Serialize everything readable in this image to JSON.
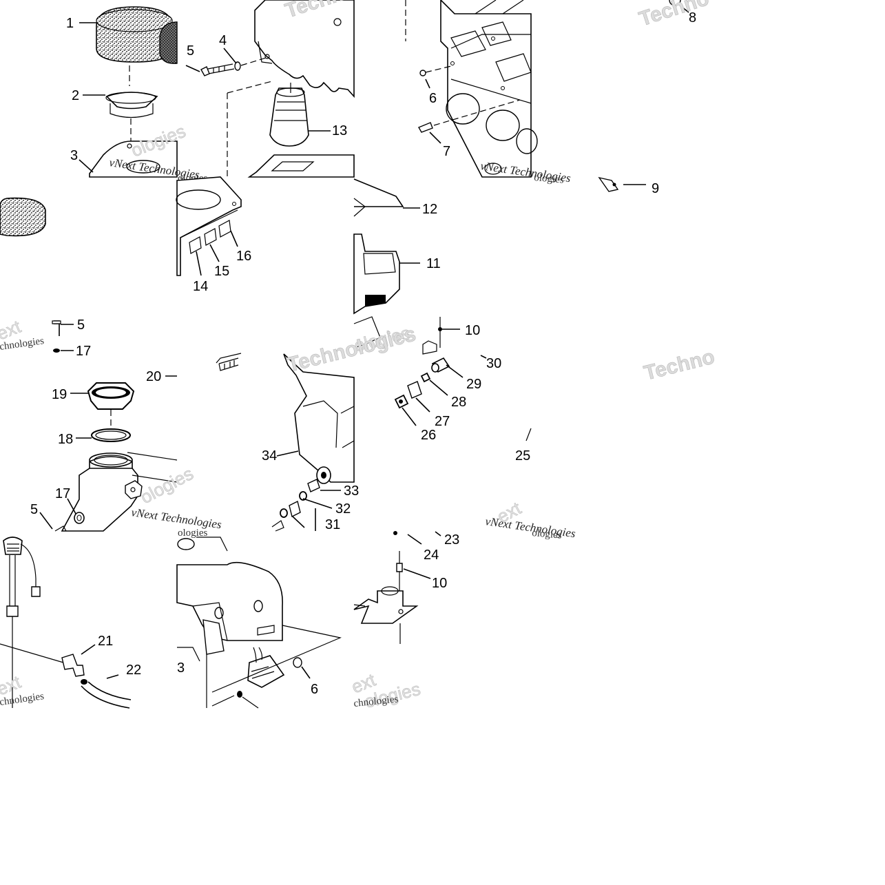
{
  "diagram": {
    "callouts": [
      {
        "id": "c1",
        "label": "1"
      },
      {
        "id": "c2",
        "label": "2"
      },
      {
        "id": "c3",
        "label": "3"
      },
      {
        "id": "c4",
        "label": "4"
      },
      {
        "id": "c5a",
        "label": "5"
      },
      {
        "id": "c13",
        "label": "13"
      },
      {
        "id": "c6a",
        "label": "6"
      },
      {
        "id": "c7",
        "label": "7"
      },
      {
        "id": "c8",
        "label": "8"
      },
      {
        "id": "c9",
        "label": "9"
      },
      {
        "id": "c12",
        "label": "12"
      },
      {
        "id": "c11",
        "label": "11"
      },
      {
        "id": "c16",
        "label": "16"
      },
      {
        "id": "c15",
        "label": "15"
      },
      {
        "id": "c14",
        "label": "14"
      },
      {
        "id": "c5b",
        "label": "5"
      },
      {
        "id": "c17a",
        "label": "17"
      },
      {
        "id": "c10a",
        "label": "10"
      },
      {
        "id": "c30",
        "label": "30"
      },
      {
        "id": "c29",
        "label": "29"
      },
      {
        "id": "c28",
        "label": "28"
      },
      {
        "id": "c27",
        "label": "27"
      },
      {
        "id": "c26",
        "label": "26"
      },
      {
        "id": "c25",
        "label": "25"
      },
      {
        "id": "c20",
        "label": "20"
      },
      {
        "id": "c19",
        "label": "19"
      },
      {
        "id": "c18",
        "label": "18"
      },
      {
        "id": "c34",
        "label": "34"
      },
      {
        "id": "c33",
        "label": "33"
      },
      {
        "id": "c32",
        "label": "32"
      },
      {
        "id": "c31",
        "label": "31"
      },
      {
        "id": "c17b",
        "label": "17"
      },
      {
        "id": "c5c",
        "label": "5"
      },
      {
        "id": "c24",
        "label": "24"
      },
      {
        "id": "c23",
        "label": "23"
      },
      {
        "id": "c10b",
        "label": "10"
      },
      {
        "id": "c21",
        "label": "21"
      },
      {
        "id": "c22",
        "label": "22"
      },
      {
        "id": "c3b",
        "label": "3"
      },
      {
        "id": "c6b",
        "label": "6"
      }
    ],
    "watermarks": {
      "technologies": "Technologies",
      "techno": "Techno",
      "vnext": "vNext Technologies",
      "ologies": "ologies",
      "ext": "ext",
      "chnologies": "chnologies"
    }
  }
}
